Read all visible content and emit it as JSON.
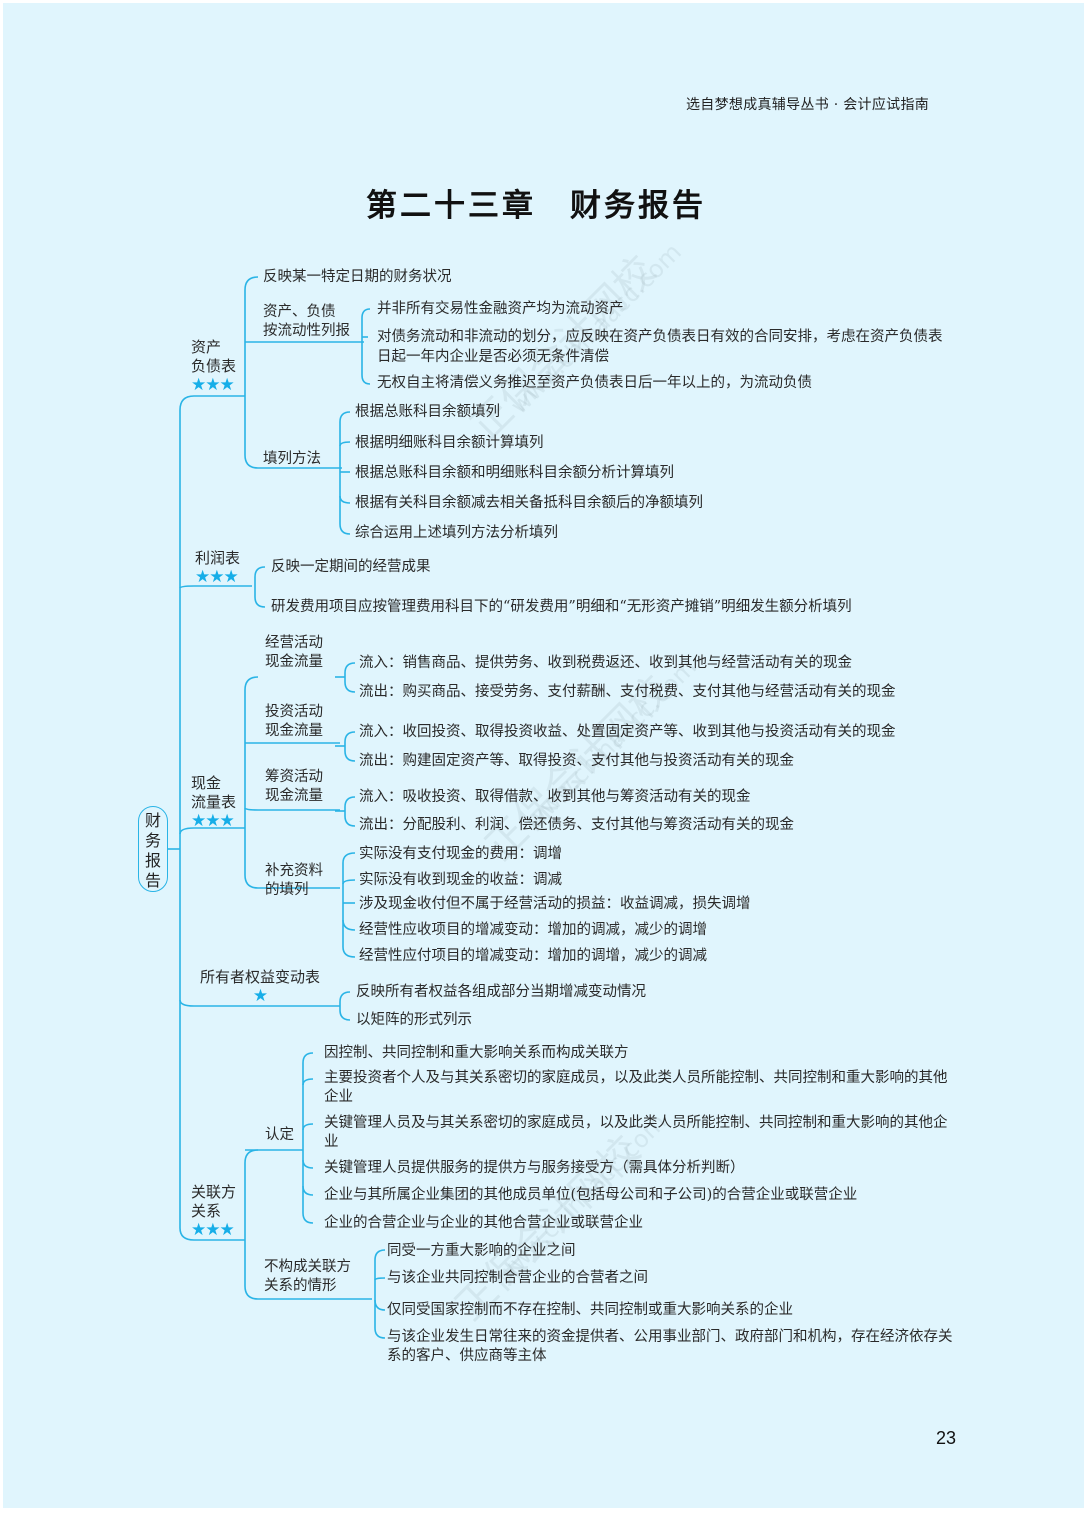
{
  "header": {
    "series_note": "选自梦想成真辅导丛书 · 会计应试指南"
  },
  "chapter": {
    "number": "第二十三章",
    "title": "财务报告"
  },
  "page_number": "23",
  "colors": {
    "page_background": "#e0f5fd",
    "connector_line": "#2ab4e6",
    "star": "#16aee8",
    "text": "#2a2a2a"
  },
  "mindmap": {
    "root": "财务报告",
    "root_chars": [
      "财",
      "务",
      "报",
      "告"
    ],
    "branches": [
      {
        "label_lines": [
          "资产",
          "负债表"
        ],
        "stars": "★★★",
        "children": [
          {
            "label": "反映某一特定日期的财务状况"
          },
          {
            "label_lines": [
              "资产、负债",
              "按流动性列报"
            ],
            "children": [
              "并非所有交易性金融资产均为流动资产",
              "对债务流动和非流动的划分，应反映在资产负债表日有效的合同安排，考虑在资产负债表日起一年内企业是否必须无条件清偿",
              "无权自主将清偿义务推迟至资产负债表日后一年以上的，为流动负债"
            ]
          },
          {
            "label_lines": [
              "填列方法"
            ],
            "children": [
              "根据总账科目余额填列",
              "根据明细账科目余额计算填列",
              "根据总账科目余额和明细账科目余额分析计算填列",
              "根据有关科目余额减去相关备抵科目余额后的净额填列",
              "综合运用上述填列方法分析填列"
            ]
          }
        ]
      },
      {
        "label_lines": [
          "利润表"
        ],
        "stars": "★★★",
        "children": [
          "反映一定期间的经营成果",
          "研发费用项目应按管理费用科目下的“研发费用”明细和“无形资产摊销”明细发生额分析填列"
        ]
      },
      {
        "label_lines": [
          "现金",
          "流量表"
        ],
        "stars": "★★★",
        "children": [
          {
            "label_lines": [
              "经营活动",
              "现金流量"
            ],
            "children": [
              "流入：销售商品、提供劳务、收到税费返还、收到其他与经营活动有关的现金",
              "流出：购买商品、接受劳务、支付薪酬、支付税费、支付其他与经营活动有关的现金"
            ]
          },
          {
            "label_lines": [
              "投资活动",
              "现金流量"
            ],
            "children": [
              "流入：收回投资、取得投资收益、处置固定资产等、收到其他与投资活动有关的现金",
              "流出：购建固定资产等、取得投资、支付其他与投资活动有关的现金"
            ]
          },
          {
            "label_lines": [
              "筹资活动",
              "现金流量"
            ],
            "children": [
              "流入：吸收投资、取得借款、收到其他与筹资活动有关的现金",
              "流出：分配股利、利润、偿还债务、支付其他与筹资活动有关的现金"
            ]
          },
          {
            "label_lines": [
              "补充资料",
              "的填列"
            ],
            "children": [
              "实际没有支付现金的费用：调增",
              "实际没有收到现金的收益：调减",
              "涉及现金收付但不属于经营活动的损益：收益调减，损失调增",
              "经营性应收项目的增减变动：增加的调减，减少的调增",
              "经营性应付项目的增减变动：增加的调增，减少的调减"
            ]
          }
        ]
      },
      {
        "label_lines": [
          "所有者权益变动表"
        ],
        "stars": "★",
        "children": [
          "反映所有者权益各组成部分当期增减变动情况",
          "以矩阵的形式列示"
        ]
      },
      {
        "label_lines": [
          "关联方",
          "关系"
        ],
        "stars": "★★★",
        "children": [
          {
            "label_lines": [
              "认定"
            ],
            "children": [
              "因控制、共同控制和重大影响关系而构成关联方",
              "主要投资者个人及与其关系密切的家庭成员，以及此类人员所能控制、共同控制和重大影响的其他企业",
              "关键管理人员及与其关系密切的家庭成员，以及此类人员所能控制、共同控制和重大影响的其他企业",
              "关键管理人员提供服务的提供方与服务接受方（需具体分析判断）",
              "企业与其所属企业集团的其他成员单位(包括母公司和子公司)的合营企业或联营企业",
              "企业的合营企业与企业的其他合营企业或联营企业"
            ]
          },
          {
            "label_lines": [
              "不构成关联方",
              "关系的情形"
            ],
            "children": [
              "同受一方重大影响的企业之间",
              "与该企业共同控制合营企业的合营者之间",
              "仅同受国家控制而不存在控制、共同控制或重大影响关系的企业",
              "与该企业发生日常往来的资金提供者、公用事业部门、政府部门和机构，存在经济依存关系的客户、供应商等主体"
            ]
          }
        ]
      }
    ]
  },
  "watermark": {
    "text_cn": "正保会计网校",
    "text_url": "www.chinaacc.com"
  }
}
